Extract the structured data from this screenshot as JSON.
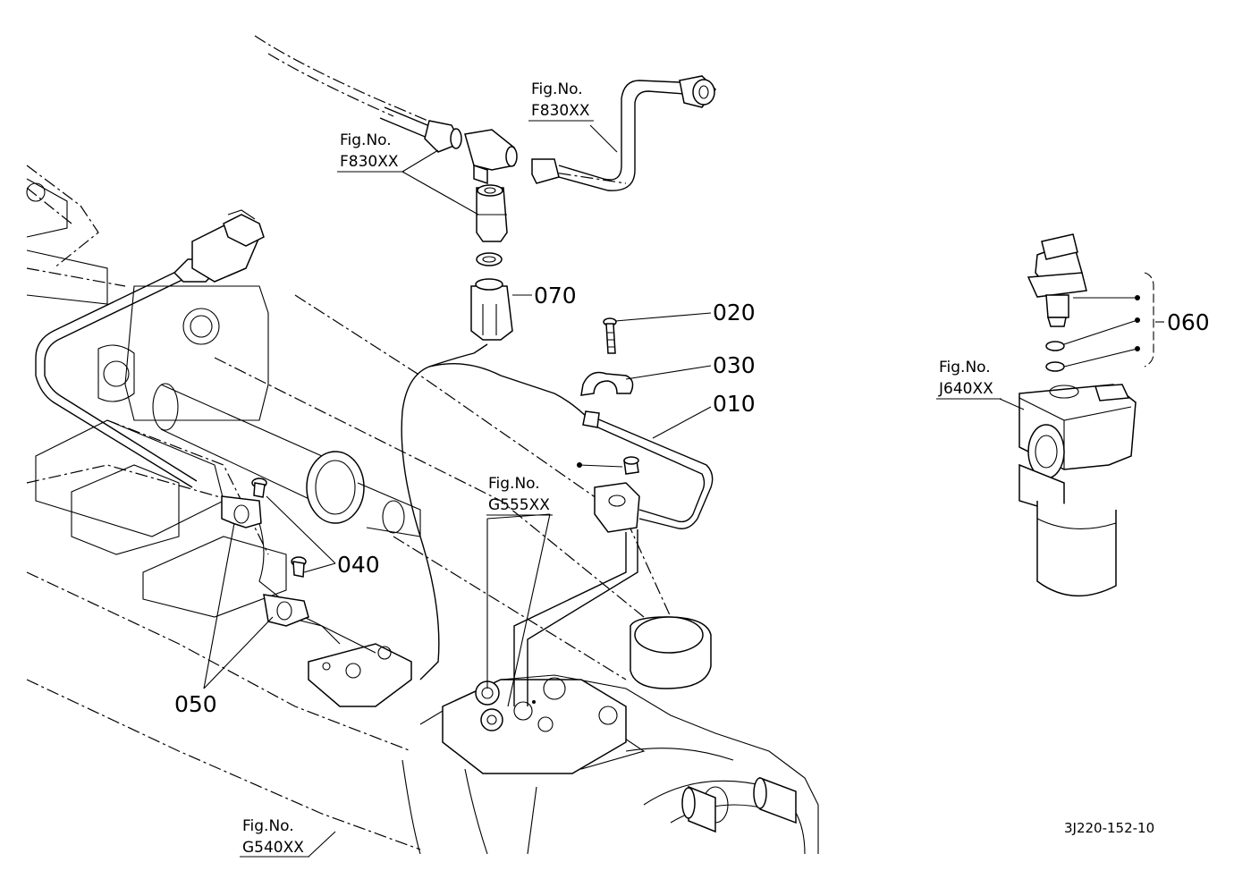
{
  "drawing_code": "3J220-152-10",
  "part_labels": {
    "p010": "010",
    "p020": "020",
    "p030": "030",
    "p040": "040",
    "p050": "050",
    "p060": "060",
    "p070": "070"
  },
  "figure_refs": [
    {
      "title": "Fig.No.",
      "code": "F830XX"
    },
    {
      "title": "Fig.No.",
      "code": "F830XX"
    },
    {
      "title": "Fig.No.",
      "code": "G555XX"
    },
    {
      "title": "Fig.No.",
      "code": "G540XX"
    },
    {
      "title": "Fig.No.",
      "code": "J640XX"
    }
  ]
}
